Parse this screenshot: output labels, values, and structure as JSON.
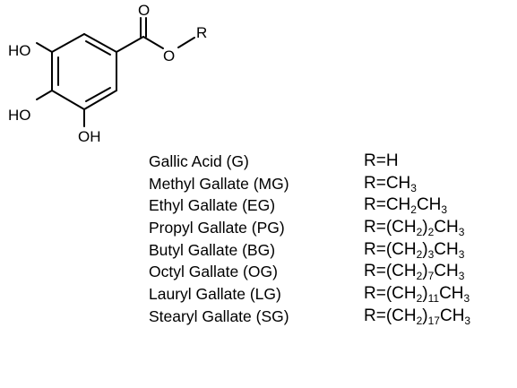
{
  "structure": {
    "labels": {
      "carbonyl_oxygen": "O",
      "ester_oxygen": "O",
      "substituent": "R",
      "hydroxyl_top": "HO",
      "hydroxyl_middle": "HO",
      "hydroxyl_bottom": "OH"
    }
  },
  "compounds": [
    {
      "name": "Gallic Acid (G)",
      "formula": [
        {
          "t": "R=H"
        }
      ]
    },
    {
      "name": "Methyl Gallate (MG)",
      "formula": [
        {
          "t": "R=CH"
        },
        {
          "sub": "3"
        }
      ]
    },
    {
      "name": "Ethyl Gallate (EG)",
      "formula": [
        {
          "t": "R=CH"
        },
        {
          "sub": "2"
        },
        {
          "t": "CH"
        },
        {
          "sub": "3"
        }
      ]
    },
    {
      "name": "Propyl Gallate (PG)",
      "formula": [
        {
          "t": "R=(CH"
        },
        {
          "sub": "2"
        },
        {
          "t": ")"
        },
        {
          "sub": "2"
        },
        {
          "t": "CH"
        },
        {
          "sub": "3"
        }
      ]
    },
    {
      "name": "Butyl Gallate (BG)",
      "formula": [
        {
          "t": "R=(CH"
        },
        {
          "sub": "2"
        },
        {
          "t": ")"
        },
        {
          "sub": "3"
        },
        {
          "t": "CH"
        },
        {
          "sub": "3"
        }
      ]
    },
    {
      "name": "Octyl Gallate (OG)",
      "formula": [
        {
          "t": "R=(CH"
        },
        {
          "sub": "2"
        },
        {
          "t": ")"
        },
        {
          "sub": "7"
        },
        {
          "t": "CH"
        },
        {
          "sub": "3"
        }
      ]
    },
    {
      "name": "Lauryl Gallate (LG)",
      "formula": [
        {
          "t": "R=(CH"
        },
        {
          "sub": "2"
        },
        {
          "t": ")"
        },
        {
          "sub": "11"
        },
        {
          "t": "CH"
        },
        {
          "sub": "3"
        }
      ]
    },
    {
      "name": "Stearyl Gallate (SG)",
      "formula": [
        {
          "t": "R=(CH"
        },
        {
          "sub": "2"
        },
        {
          "t": ")"
        },
        {
          "sub": "17"
        },
        {
          "t": "CH"
        },
        {
          "sub": "3"
        }
      ]
    }
  ]
}
